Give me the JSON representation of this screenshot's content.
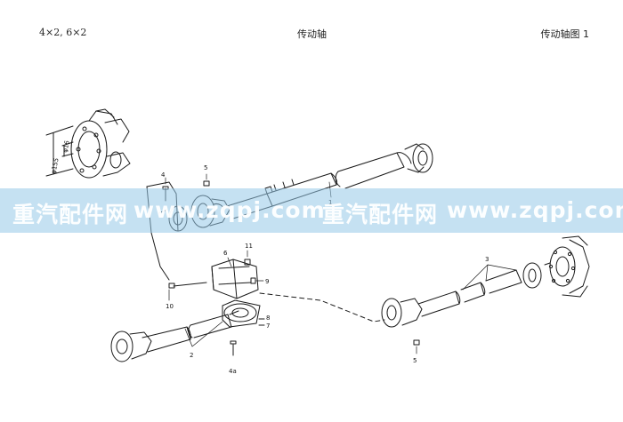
{
  "header": {
    "left": "4×2, 6×2",
    "center": "传动轴",
    "right": "传动轴图 1"
  },
  "watermark": {
    "segments": [
      "重汽配件网",
      "www.zqpj.com",
      "重汽配件网",
      "www.zqpj.com"
    ]
  },
  "flange_dims": {
    "outer": "φ155",
    "inner": "φ16"
  },
  "callouts": {
    "c1": "1",
    "c2": "2",
    "c3": "3",
    "c4": "4",
    "c4a": "4a",
    "c5_top": "5",
    "c5_bottom": "5",
    "c6": "6",
    "c7": "7",
    "c8": "8",
    "c9": "9",
    "c10": "10",
    "c11": "11"
  },
  "colors": {
    "line": "#1a1a1a",
    "watermark_band": "#96c8e8",
    "watermark_text": "#ffffff"
  }
}
